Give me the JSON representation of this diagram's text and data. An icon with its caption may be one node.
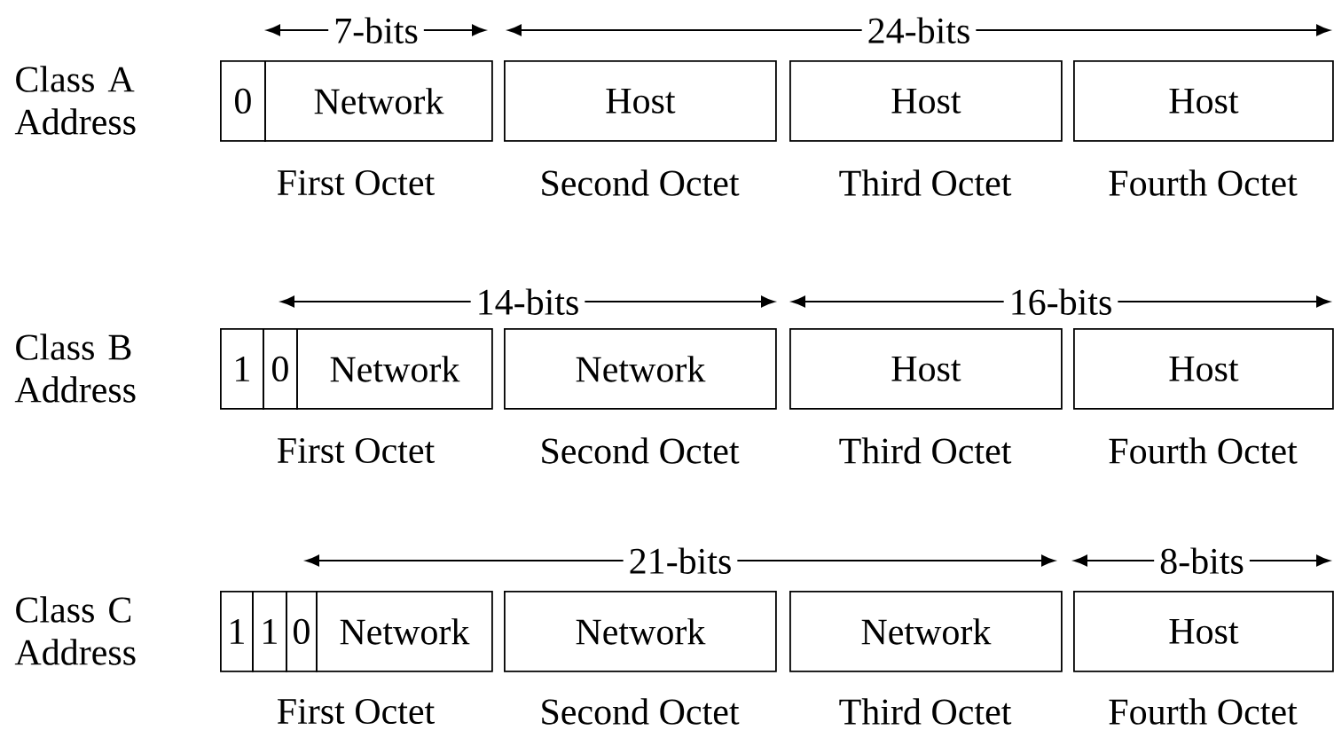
{
  "diagram": {
    "nodes": [
      {
        "text": [
          "0"
        ]
      },
      {
        "text": [
          "Network"
        ]
      },
      {
        "text": [
          "Host"
        ]
      },
      {
        "text": [
          "Host"
        ]
      },
      {
        "text": [
          "Host"
        ]
      },
      {
        "text": [
          "1"
        ]
      },
      {
        "text": [
          "0"
        ]
      },
      {
        "text": [
          "Network"
        ]
      },
      {
        "text": [
          "Network"
        ]
      },
      {
        "text": [
          "Host"
        ]
      },
      {
        "text": [
          "Host"
        ]
      },
      {
        "text": [
          "1"
        ]
      },
      {
        "text": [
          "1"
        ]
      },
      {
        "text": [
          "0"
        ]
      },
      {
        "text": [
          "Network"
        ]
      },
      {
        "text": [
          "Network"
        ]
      },
      {
        "text": [
          "Network"
        ]
      },
      {
        "text": [
          "Host"
        ]
      }
    ],
    "labels": [
      "7-bits",
      "24-bits",
      "Class A Address",
      "First Octet",
      "Second Octet",
      "Third Octet",
      "Fourth Octet",
      "14-bits",
      "16-bits",
      "Class B Address",
      "First Octet",
      "Second Octet",
      "Third Octet",
      "Fourth Octet",
      "21-bits",
      "8-bits",
      "Class C Address",
      "First Octet",
      "Second Octet",
      "Third Octet",
      "Fourth Octet"
    ]
  }
}
